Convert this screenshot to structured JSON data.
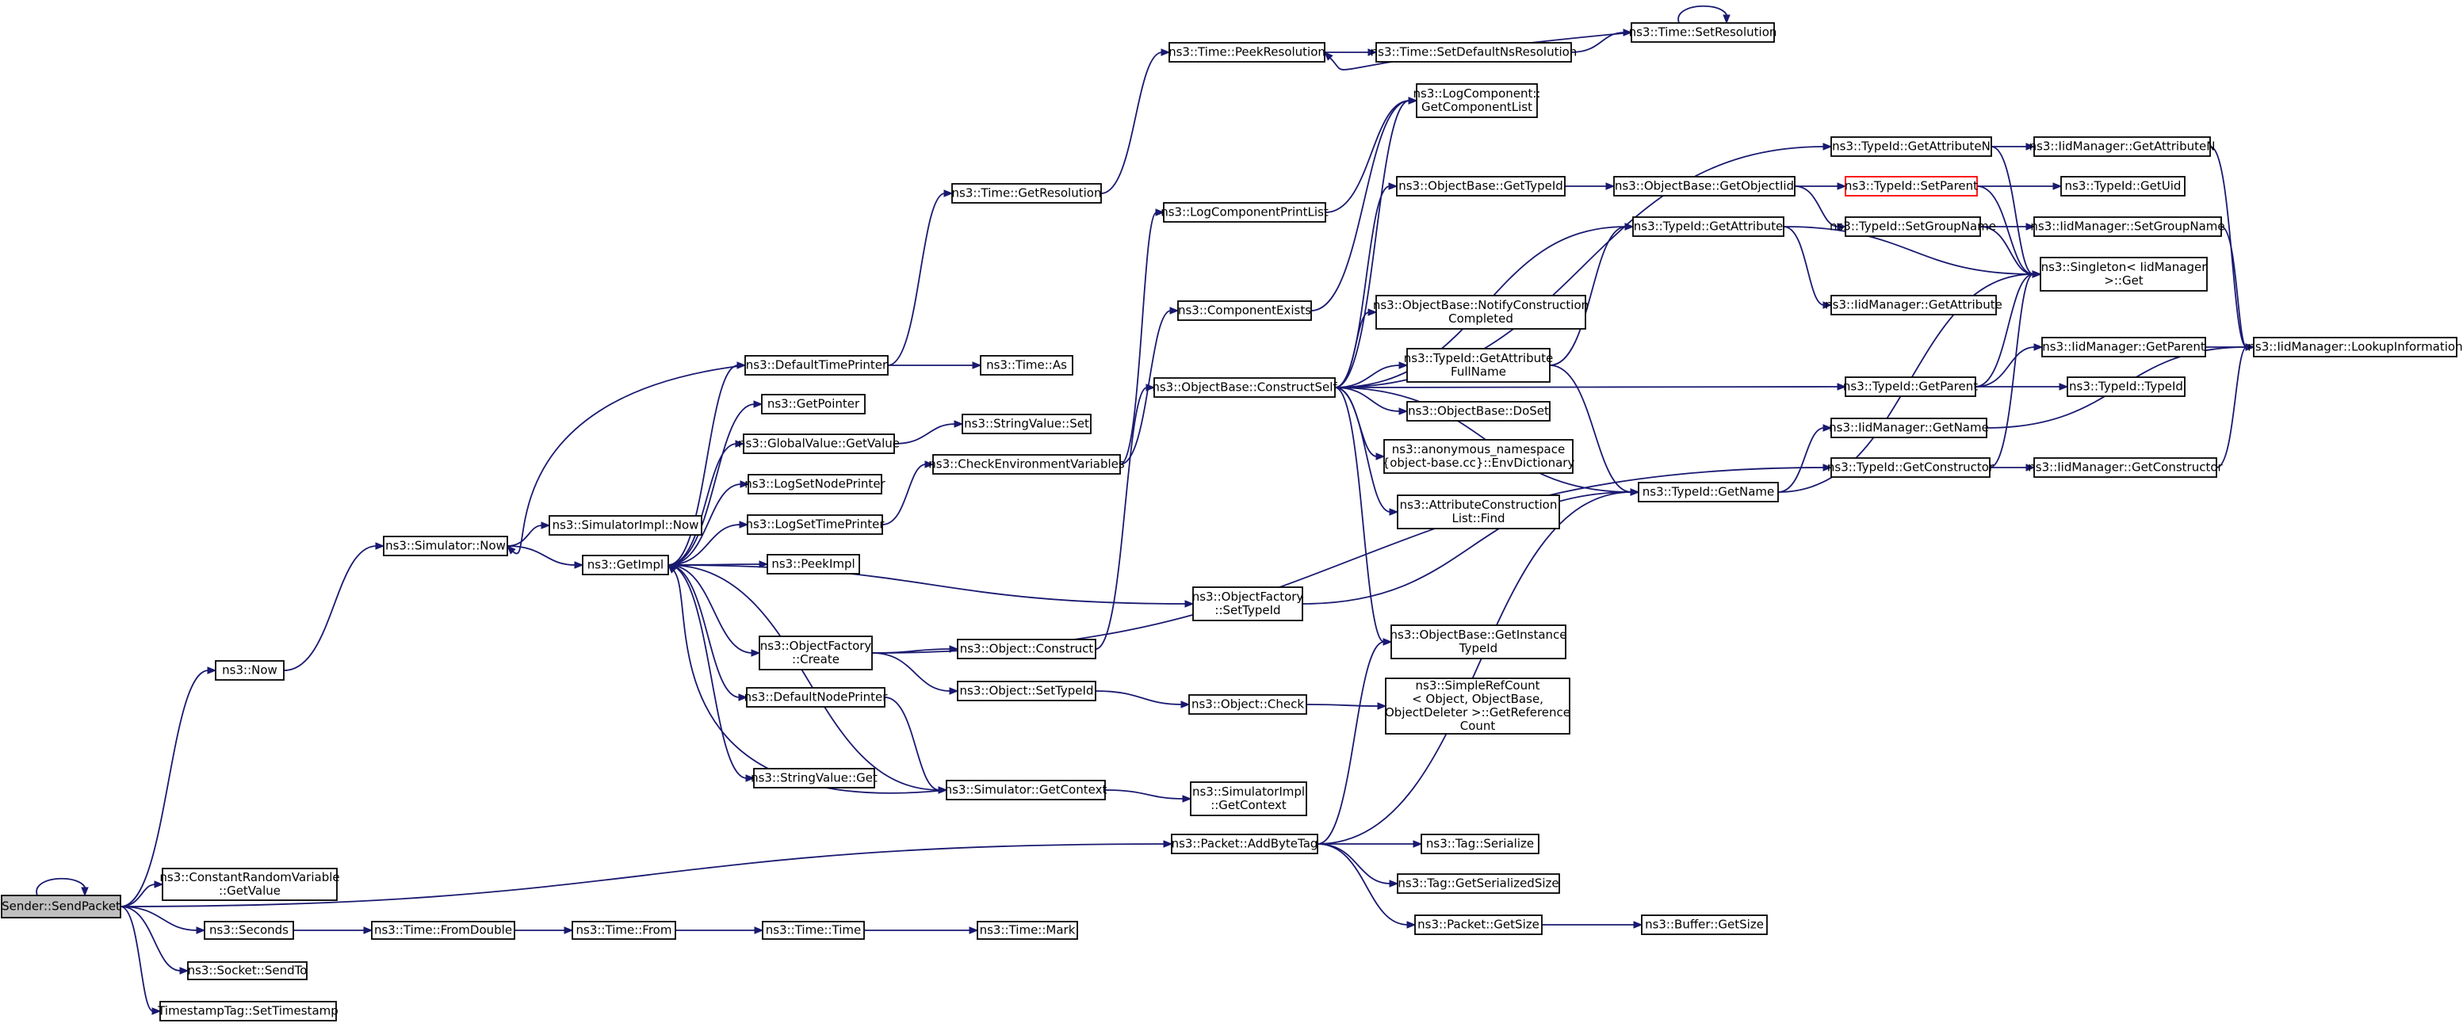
{
  "colors": {
    "edge": "#191970",
    "node_border": "#000000",
    "root_fill": "#bfbfbf",
    "highlight_border": "#ff0000",
    "background": "#ffffff"
  },
  "nodes": [
    {
      "id": "sender_sendpacket",
      "lines": [
        "Sender::SendPacket"
      ],
      "root": true
    },
    {
      "id": "constantrv_getvalue",
      "lines": [
        "ns3::ConstantRandomVariable",
        "::GetValue"
      ]
    },
    {
      "id": "seconds",
      "lines": [
        "ns3::Seconds"
      ]
    },
    {
      "id": "socket_sendto",
      "lines": [
        "ns3::Socket::SendTo"
      ]
    },
    {
      "id": "timestamptag_settimestamp",
      "lines": [
        "TimestampTag::SetTimestamp"
      ]
    },
    {
      "id": "now",
      "lines": [
        "ns3::Now"
      ]
    },
    {
      "id": "simulator_now",
      "lines": [
        "ns3::Simulator::Now"
      ]
    },
    {
      "id": "simulatorimpl_now",
      "lines": [
        "ns3::SimulatorImpl::Now"
      ]
    },
    {
      "id": "getimpl",
      "lines": [
        "ns3::GetImpl"
      ]
    },
    {
      "id": "defaulttimeprinter",
      "lines": [
        "ns3::DefaultTimePrinter"
      ]
    },
    {
      "id": "getpointer",
      "lines": [
        "ns3::GetPointer"
      ]
    },
    {
      "id": "globalvalue_getvalue",
      "lines": [
        "ns3::GlobalValue::GetValue"
      ]
    },
    {
      "id": "logsetnodeprinter",
      "lines": [
        "ns3::LogSetNodePrinter"
      ]
    },
    {
      "id": "logsettimeprinter",
      "lines": [
        "ns3::LogSetTimePrinter"
      ]
    },
    {
      "id": "peekimpl",
      "lines": [
        "ns3::PeekImpl"
      ]
    },
    {
      "id": "objectfactory_create",
      "lines": [
        "ns3::ObjectFactory",
        "::Create"
      ]
    },
    {
      "id": "defaultnodeprinter",
      "lines": [
        "ns3::DefaultNodePrinter"
      ]
    },
    {
      "id": "stringvalue_get",
      "lines": [
        "ns3::StringValue::Get"
      ]
    },
    {
      "id": "time_getresolution",
      "lines": [
        "ns3::Time::GetResolution"
      ]
    },
    {
      "id": "time_as",
      "lines": [
        "ns3::Time::As"
      ]
    },
    {
      "id": "stringvalue_set",
      "lines": [
        "ns3::StringValue::Set"
      ]
    },
    {
      "id": "checkenvvars",
      "lines": [
        "ns3::CheckEnvironmentVariables"
      ]
    },
    {
      "id": "object_construct",
      "lines": [
        "ns3::Object::Construct"
      ]
    },
    {
      "id": "object_settypeid",
      "lines": [
        "ns3::Object::SetTypeId"
      ]
    },
    {
      "id": "simulator_getcontext",
      "lines": [
        "ns3::Simulator::GetContext"
      ]
    },
    {
      "id": "time_fromdouble",
      "lines": [
        "ns3::Time::FromDouble"
      ]
    },
    {
      "id": "time_from",
      "lines": [
        "ns3::Time::From"
      ]
    },
    {
      "id": "time_time",
      "lines": [
        "ns3::Time::Time"
      ]
    },
    {
      "id": "time_mark",
      "lines": [
        "ns3::Time::Mark"
      ]
    },
    {
      "id": "time_peekresolution",
      "lines": [
        "ns3::Time::PeekResolution"
      ]
    },
    {
      "id": "logcomponentprintlist",
      "lines": [
        "ns3::LogComponentPrintList"
      ]
    },
    {
      "id": "componentexists",
      "lines": [
        "ns3::ComponentExists"
      ]
    },
    {
      "id": "objectbase_constructself",
      "lines": [
        "ns3::ObjectBase::ConstructSelf"
      ]
    },
    {
      "id": "objectfactory_settypeid",
      "lines": [
        "ns3::ObjectFactory",
        "::SetTypeId"
      ]
    },
    {
      "id": "object_check",
      "lines": [
        "ns3::Object::Check"
      ]
    },
    {
      "id": "simulatorimpl_getcontext",
      "lines": [
        "ns3::SimulatorImpl",
        "::GetContext"
      ]
    },
    {
      "id": "packet_addbytetag",
      "lines": [
        "ns3::Packet::AddByteTag"
      ]
    },
    {
      "id": "time_setdefaultnsresolution",
      "lines": [
        "ns3::Time::SetDefaultNsResolution"
      ]
    },
    {
      "id": "time_setresolution",
      "lines": [
        "ns3::Time::SetResolution"
      ]
    },
    {
      "id": "logcomponent_getcomponentlist",
      "lines": [
        "ns3::LogComponent::",
        "GetComponentList"
      ]
    },
    {
      "id": "objectbase_gettypeid",
      "lines": [
        "ns3::ObjectBase::GetTypeId"
      ]
    },
    {
      "id": "objectbase_notifyconstructioncompleted",
      "lines": [
        "ns3::ObjectBase::NotifyConstruction",
        "Completed"
      ]
    },
    {
      "id": "typeid_getattributefullname",
      "lines": [
        "ns3::TypeId::GetAttribute",
        "FullName"
      ]
    },
    {
      "id": "objectbase_doset",
      "lines": [
        "ns3::ObjectBase::DoSet"
      ]
    },
    {
      "id": "anon_envdictionary",
      "lines": [
        "ns3::anonymous_namespace",
        "{object-base.cc}::EnvDictionary"
      ]
    },
    {
      "id": "attributeconstructionlist_find",
      "lines": [
        "ns3::AttributeConstruction",
        "List::Find"
      ]
    },
    {
      "id": "objectbase_getinstancetypeid",
      "lines": [
        "ns3::ObjectBase::GetInstance",
        "TypeId"
      ]
    },
    {
      "id": "simplerefcount_getreferencecount",
      "lines": [
        "ns3::SimpleRefCount",
        "< Object, ObjectBase,",
        "ObjectDeleter >::GetReference",
        "Count"
      ]
    },
    {
      "id": "tag_serialize",
      "lines": [
        "ns3::Tag::Serialize"
      ]
    },
    {
      "id": "tag_getserializedsize",
      "lines": [
        "ns3::Tag::GetSerializedSize"
      ]
    },
    {
      "id": "packet_getsize",
      "lines": [
        "ns3::Packet::GetSize"
      ]
    },
    {
      "id": "buffer_getsize",
      "lines": [
        "ns3::Buffer::GetSize"
      ]
    },
    {
      "id": "objectbase_getobjectiid",
      "lines": [
        "ns3::ObjectBase::GetObjectIid"
      ]
    },
    {
      "id": "typeid_getattribute",
      "lines": [
        "ns3::TypeId::GetAttribute"
      ]
    },
    {
      "id": "typeid_getname",
      "lines": [
        "ns3::TypeId::GetName"
      ]
    },
    {
      "id": "typeid_getattributen",
      "lines": [
        "ns3::TypeId::GetAttributeN"
      ]
    },
    {
      "id": "typeid_setparent",
      "lines": [
        "ns3::TypeId::SetParent"
      ],
      "highlight": true
    },
    {
      "id": "typeid_setgroupname",
      "lines": [
        "ns3::TypeId::SetGroupName"
      ]
    },
    {
      "id": "iidmanager_getattribute",
      "lines": [
        "ns3::IidManager::GetAttribute"
      ]
    },
    {
      "id": "typeid_getparent",
      "lines": [
        "ns3::TypeId::GetParent"
      ]
    },
    {
      "id": "iidmanager_getname",
      "lines": [
        "ns3::IidManager::GetName"
      ]
    },
    {
      "id": "typeid_getconstructor",
      "lines": [
        "ns3::TypeId::GetConstructor"
      ]
    },
    {
      "id": "iidmanager_getattributen",
      "lines": [
        "ns3::IidManager::GetAttributeN"
      ]
    },
    {
      "id": "typeid_getuid",
      "lines": [
        "ns3::TypeId::GetUid"
      ]
    },
    {
      "id": "iidmanager_setgroupname",
      "lines": [
        "ns3::IidManager::SetGroupName"
      ]
    },
    {
      "id": "singleton_get",
      "lines": [
        "ns3::Singleton< IidManager",
        ">::Get"
      ]
    },
    {
      "id": "iidmanager_getparent",
      "lines": [
        "ns3::IidManager::GetParent"
      ]
    },
    {
      "id": "typeid_typeid",
      "lines": [
        "ns3::TypeId::TypeId"
      ]
    },
    {
      "id": "iidmanager_getconstructor",
      "lines": [
        "ns3::IidManager::GetConstructor"
      ]
    },
    {
      "id": "iidmanager_lookupinformation",
      "lines": [
        "ns3::IidManager::LookupInformation"
      ]
    }
  ],
  "edges": [
    [
      "sender_sendpacket",
      "sender_sendpacket"
    ],
    [
      "sender_sendpacket",
      "now"
    ],
    [
      "sender_sendpacket",
      "packet_addbytetag"
    ],
    [
      "sender_sendpacket",
      "constantrv_getvalue"
    ],
    [
      "sender_sendpacket",
      "seconds"
    ],
    [
      "sender_sendpacket",
      "socket_sendto"
    ],
    [
      "sender_sendpacket",
      "timestamptag_settimestamp"
    ],
    [
      "now",
      "simulator_now"
    ],
    [
      "simulator_now",
      "simulatorimpl_now"
    ],
    [
      "simulator_now",
      "getimpl"
    ],
    [
      "getimpl",
      "defaulttimeprinter"
    ],
    [
      "getimpl",
      "getpointer"
    ],
    [
      "getimpl",
      "globalvalue_getvalue"
    ],
    [
      "getimpl",
      "logsetnodeprinter"
    ],
    [
      "getimpl",
      "logsettimeprinter"
    ],
    [
      "getimpl",
      "peekimpl"
    ],
    [
      "getimpl",
      "objectfactory_settypeid"
    ],
    [
      "getimpl",
      "objectfactory_create"
    ],
    [
      "getimpl",
      "defaultnodeprinter"
    ],
    [
      "getimpl",
      "stringvalue_get"
    ],
    [
      "getimpl",
      "simulator_getcontext"
    ],
    [
      "defaulttimeprinter",
      "simulator_now"
    ],
    [
      "defaulttimeprinter",
      "time_getresolution"
    ],
    [
      "defaulttimeprinter",
      "time_as"
    ],
    [
      "globalvalue_getvalue",
      "stringvalue_set"
    ],
    [
      "logsettimeprinter",
      "checkenvvars"
    ],
    [
      "checkenvvars",
      "logcomponentprintlist"
    ],
    [
      "checkenvvars",
      "componentexists"
    ],
    [
      "logcomponentprintlist",
      "logcomponent_getcomponentlist"
    ],
    [
      "componentexists",
      "logcomponent_getcomponentlist"
    ],
    [
      "time_getresolution",
      "time_peekresolution"
    ],
    [
      "time_peekresolution",
      "time_setdefaultnsresolution"
    ],
    [
      "time_setdefaultnsresolution",
      "time_setresolution"
    ],
    [
      "time_setresolution",
      "time_setresolution"
    ],
    [
      "time_setresolution",
      "time_peekresolution"
    ],
    [
      "objectfactory_create",
      "object_construct"
    ],
    [
      "objectfactory_create",
      "object_settypeid"
    ],
    [
      "objectfactory_create",
      "typeid_getconstructor"
    ],
    [
      "object_construct",
      "objectbase_constructself"
    ],
    [
      "object_settypeid",
      "object_check"
    ],
    [
      "object_check",
      "simplerefcount_getreferencecount"
    ],
    [
      "defaultnodeprinter",
      "simulator_getcontext"
    ],
    [
      "simulator_getcontext",
      "getimpl"
    ],
    [
      "simulator_getcontext",
      "simulatorimpl_getcontext"
    ],
    [
      "objectfactory_settypeid",
      "typeid_getname"
    ],
    [
      "objectbase_constructself",
      "objectbase_gettypeid"
    ],
    [
      "objectbase_constructself",
      "objectbase_notifyconstructioncompleted"
    ],
    [
      "objectbase_constructself",
      "typeid_getattributefullname"
    ],
    [
      "objectbase_constructself",
      "objectbase_doset"
    ],
    [
      "objectbase_constructself",
      "anon_envdictionary"
    ],
    [
      "objectbase_constructself",
      "attributeconstructionlist_find"
    ],
    [
      "objectbase_constructself",
      "objectbase_getinstancetypeid"
    ],
    [
      "objectbase_constructself",
      "typeid_getattribute"
    ],
    [
      "objectbase_constructself",
      "typeid_getname"
    ],
    [
      "objectbase_constructself",
      "typeid_getattributen"
    ],
    [
      "objectbase_constructself",
      "typeid_getparent"
    ],
    [
      "objectbase_constructself",
      "logcomponent_getcomponentlist"
    ],
    [
      "typeid_getattributefullname",
      "typeid_getattribute"
    ],
    [
      "typeid_getattributefullname",
      "typeid_getname"
    ],
    [
      "objectbase_gettypeid",
      "objectbase_getobjectiid"
    ],
    [
      "objectbase_getobjectiid",
      "typeid_setparent"
    ],
    [
      "objectbase_getobjectiid",
      "typeid_setgroupname"
    ],
    [
      "typeid_setparent",
      "typeid_getuid"
    ],
    [
      "typeid_setparent",
      "singleton_get"
    ],
    [
      "typeid_setgroupname",
      "iidmanager_setgroupname"
    ],
    [
      "typeid_setgroupname",
      "singleton_get"
    ],
    [
      "typeid_getattribute",
      "iidmanager_getattribute"
    ],
    [
      "typeid_getattribute",
      "singleton_get"
    ],
    [
      "typeid_getattributen",
      "iidmanager_getattributen"
    ],
    [
      "typeid_getattributen",
      "singleton_get"
    ],
    [
      "typeid_getparent",
      "iidmanager_getparent"
    ],
    [
      "typeid_getparent",
      "typeid_typeid"
    ],
    [
      "typeid_getparent",
      "singleton_get"
    ],
    [
      "typeid_getname",
      "iidmanager_getname"
    ],
    [
      "typeid_getname",
      "singleton_get"
    ],
    [
      "typeid_getconstructor",
      "iidmanager_getconstructor"
    ],
    [
      "typeid_getconstructor",
      "singleton_get"
    ],
    [
      "iidmanager_getattributen",
      "iidmanager_lookupinformation"
    ],
    [
      "iidmanager_setgroupname",
      "iidmanager_lookupinformation"
    ],
    [
      "iidmanager_getparent",
      "iidmanager_lookupinformation"
    ],
    [
      "iidmanager_getname",
      "iidmanager_lookupinformation"
    ],
    [
      "iidmanager_getconstructor",
      "iidmanager_lookupinformation"
    ],
    [
      "packet_addbytetag",
      "objectbase_getinstancetypeid"
    ],
    [
      "packet_addbytetag",
      "typeid_getname"
    ],
    [
      "packet_addbytetag",
      "tag_serialize"
    ],
    [
      "packet_addbytetag",
      "tag_getserializedsize"
    ],
    [
      "packet_addbytetag",
      "packet_getsize"
    ],
    [
      "packet_getsize",
      "buffer_getsize"
    ],
    [
      "seconds",
      "time_fromdouble"
    ],
    [
      "time_fromdouble",
      "time_from"
    ],
    [
      "time_from",
      "time_time"
    ],
    [
      "time_time",
      "time_mark"
    ]
  ]
}
